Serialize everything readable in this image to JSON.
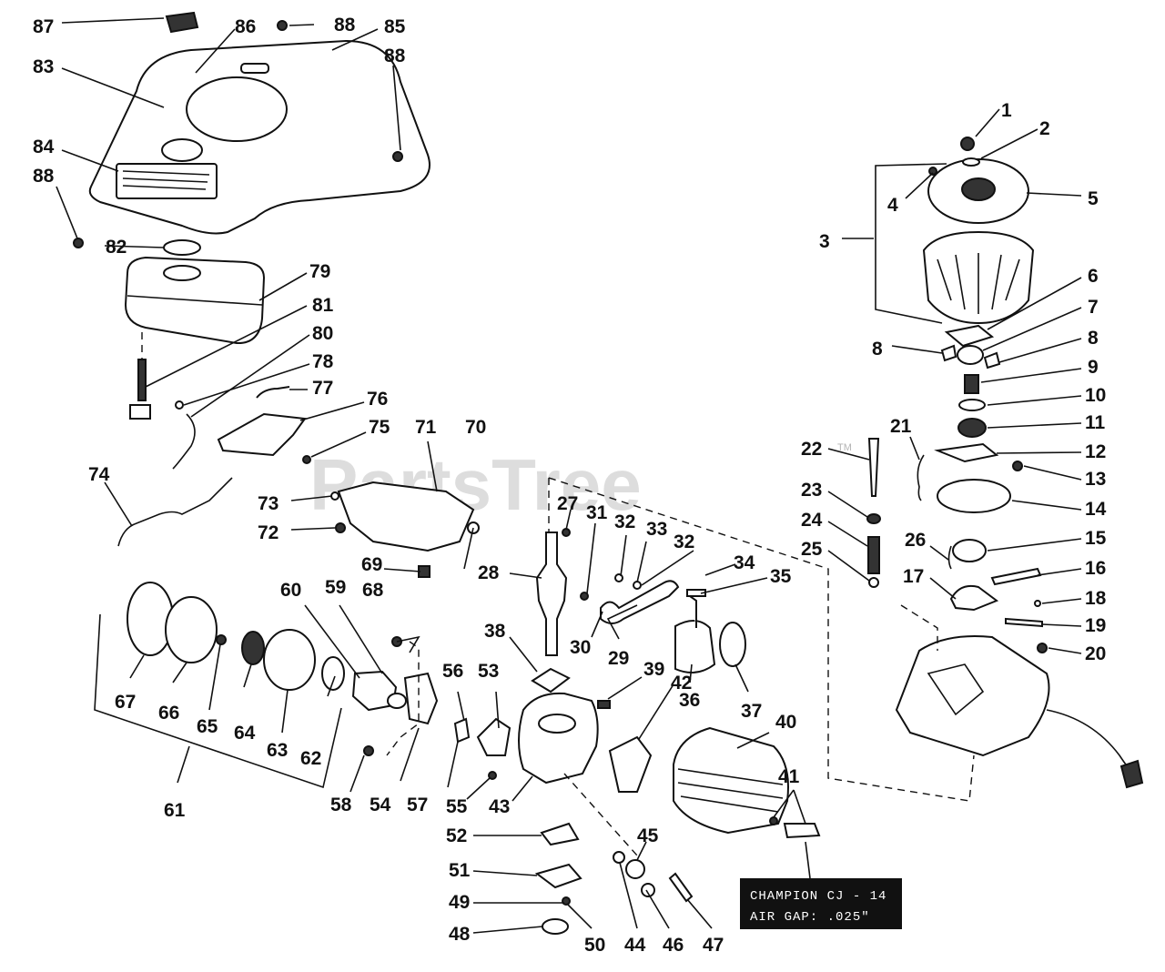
{
  "watermark": "PartsTree",
  "trademark": "TM",
  "spec_label": {
    "line1": "CHAMPION CJ - 14",
    "line2": "AIR GAP: .025\""
  },
  "callouts": [
    "1",
    "2",
    "3",
    "4",
    "5",
    "6",
    "7",
    "8",
    "8",
    "9",
    "10",
    "11",
    "12",
    "13",
    "14",
    "15",
    "16",
    "17",
    "18",
    "19",
    "20",
    "21",
    "22",
    "23",
    "24",
    "25",
    "26",
    "27",
    "28",
    "29",
    "30",
    "31",
    "32",
    "32",
    "33",
    "34",
    "35",
    "36",
    "37",
    "38",
    "39",
    "40",
    "41",
    "42",
    "43",
    "44",
    "45",
    "46",
    "47",
    "48",
    "49",
    "50",
    "51",
    "52",
    "53",
    "54",
    "55",
    "56",
    "57",
    "58",
    "59",
    "60",
    "61",
    "62",
    "63",
    "64",
    "65",
    "66",
    "67",
    "68",
    "69",
    "70",
    "71",
    "72",
    "73",
    "74",
    "75",
    "76",
    "77",
    "78",
    "79",
    "80",
    "81",
    "82",
    "83",
    "84",
    "85",
    "86",
    "87",
    "88",
    "88",
    "88"
  ]
}
